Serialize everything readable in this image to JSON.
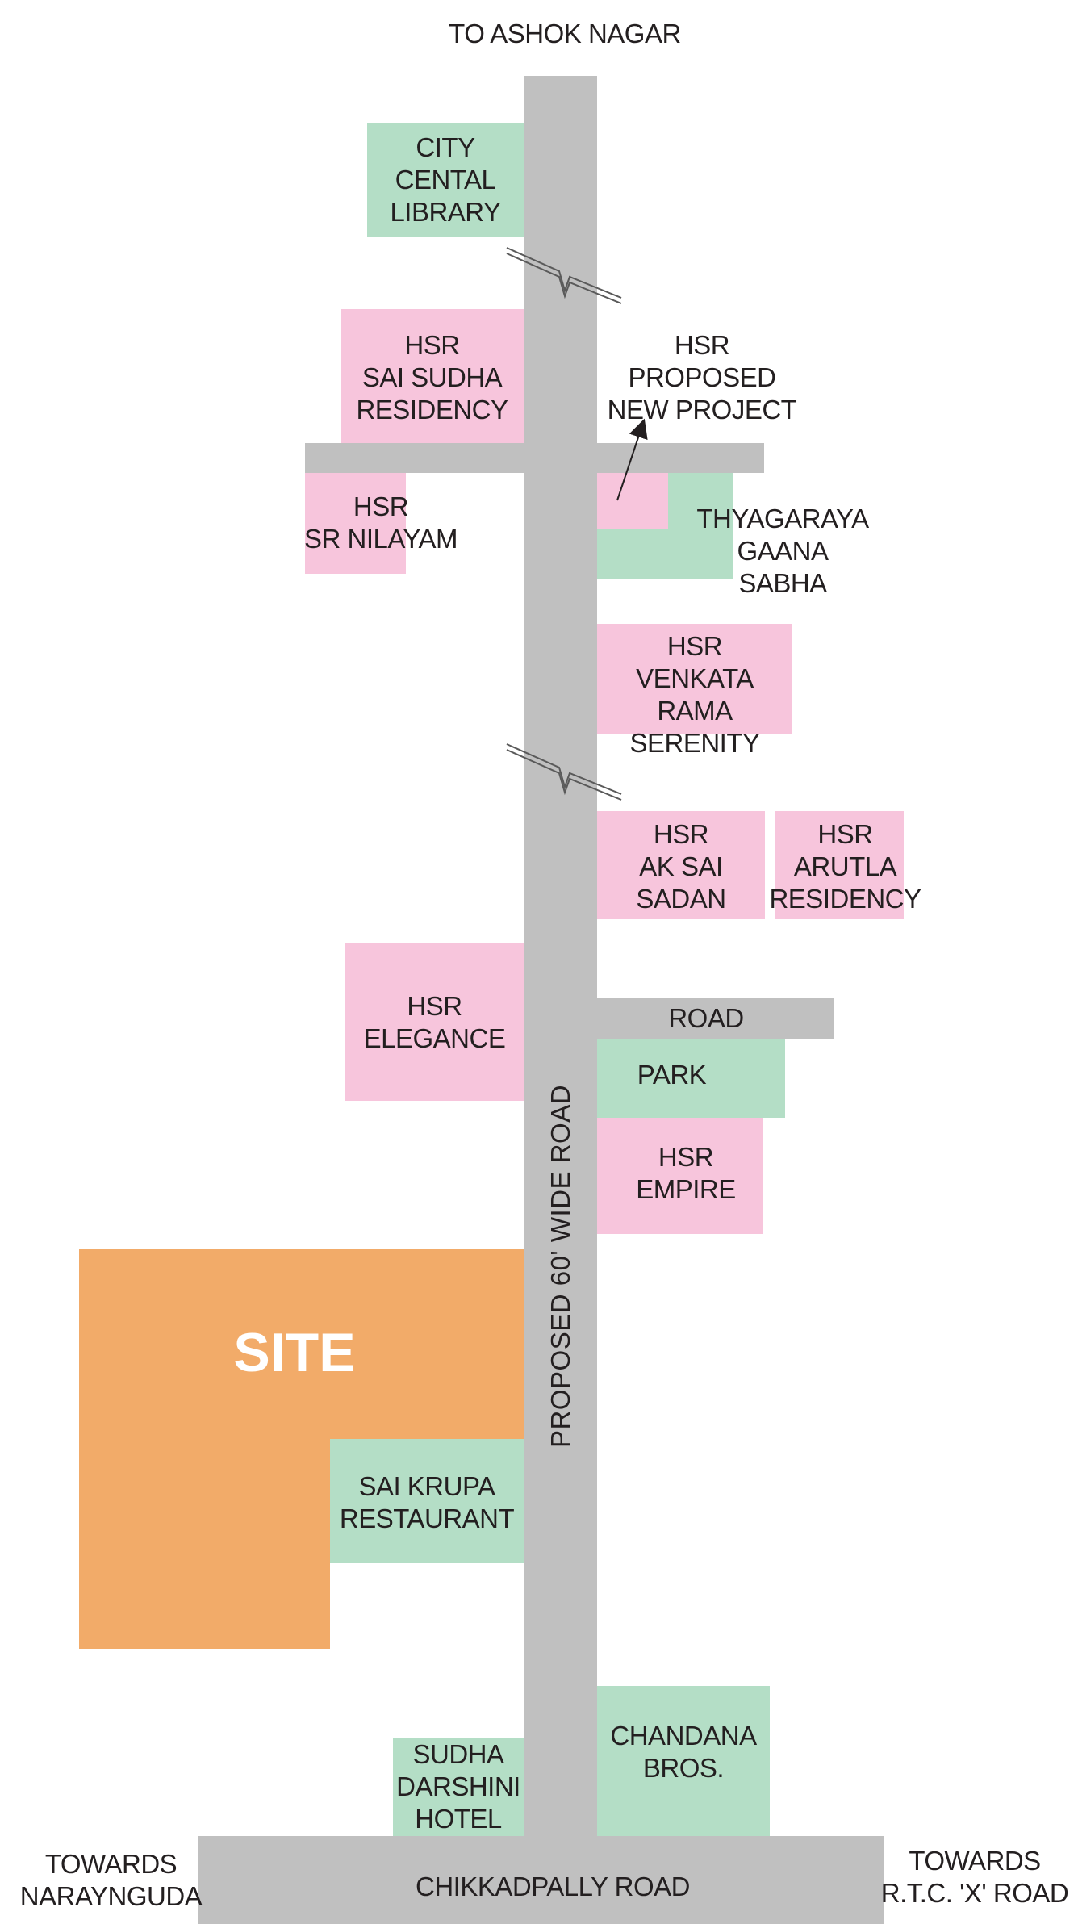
{
  "colors": {
    "road": "#c0c0c0",
    "residential": "#f7c5dc",
    "landmark": "#b4dec6",
    "site": "#f2ab69",
    "text": "#231f20"
  },
  "map": {
    "directions": {
      "north": "TO ASHOK NAGAR",
      "southwest": "TOWARDS\nNARAYNGUDA",
      "southeast": "TOWARDS\nR.T.C. 'X' ROAD"
    },
    "roads": {
      "main_road": "PROPOSED  60' WIDE ROAD",
      "bottom_road": "CHIKKADPALLY ROAD",
      "side_road": "ROAD"
    },
    "site": "SITE",
    "landmarks": {
      "library": "CITY\nCENTAL\nLIBRARY",
      "thyagaraya": "THYAGARAYA\nGAANA\nSABHA",
      "park": "PARK",
      "sai_krupa": "SAI KRUPA\nRESTAURANT",
      "sudha_darshini": "SUDHA\nDARSHINI\nHOTEL",
      "chandana": "CHANDANA\nBROS."
    },
    "projects": {
      "sai_sudha": "HSR\nSAI SUDHA\nRESIDENCY",
      "proposed": "HSR\nPROPOSED\nNEW PROJECT",
      "sr_nilayam": "HSR\nSR NILAYAM",
      "venkata_rama": "HSR\nVENKATA RAMA\nSERENITY",
      "ak_sai": "HSR\nAK SAI\nSADAN",
      "arutla": "HSR\nARUTLA\nRESIDENCY",
      "elegance": "HSR\nELEGANCE",
      "empire": "HSR\nEMPIRE"
    }
  }
}
